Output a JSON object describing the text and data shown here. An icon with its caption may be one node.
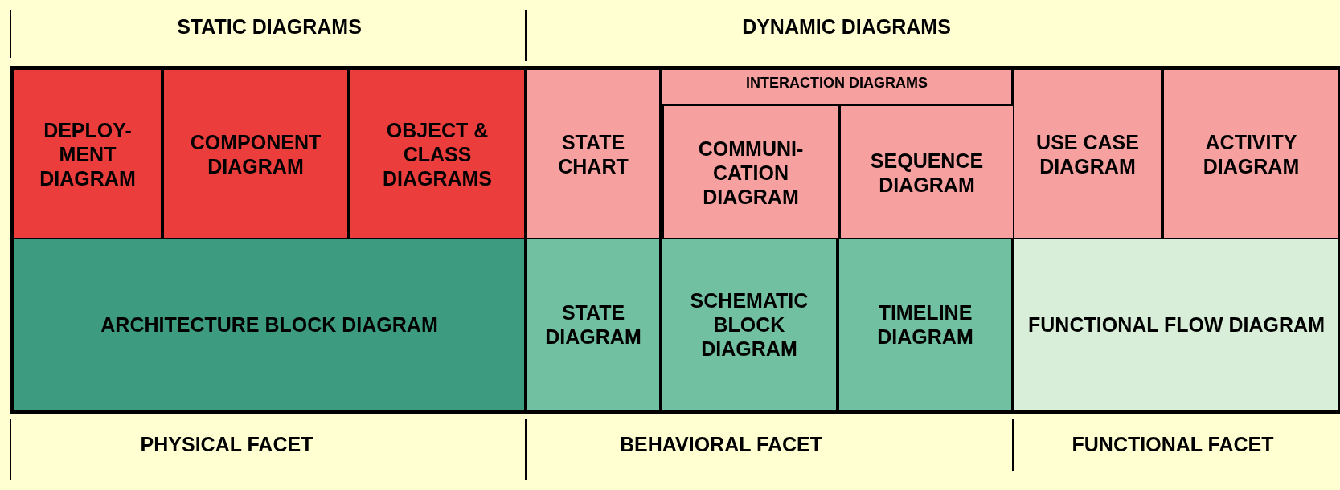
{
  "diagram": {
    "nodes": [
      {
        "text": [
          "DEPLOY- MENT DIAGRAM"
        ]
      },
      {
        "text": [
          "COMPONENT DIAGRAM"
        ]
      },
      {
        "text": [
          "OBJECT & CLASS DIAGRAMS"
        ]
      },
      {
        "text": [
          "STATE CHART"
        ]
      },
      {
        "text": [
          "INTERACTION DIAGRAMS"
        ]
      },
      {
        "text": [
          "COMMUNI- CATION DIAGRAM"
        ],
        "in": 4
      },
      {
        "text": [
          "SEQUENCE DIAGRAM"
        ],
        "in": 4
      },
      {
        "text": [
          "USE CASE DIAGRAM"
        ]
      },
      {
        "text": [
          "ACTIVITY DIAGRAM"
        ]
      },
      {
        "text": [
          "ARCHITECTURE BLOCK DIAGRAM"
        ]
      },
      {
        "text": [
          "STATE DIAGRAM"
        ]
      },
      {
        "text": [
          "SCHEMATIC BLOCK DIAGRAM"
        ]
      },
      {
        "text": [
          "TIMELINE DIAGRAM"
        ]
      },
      {
        "text": [
          "FUNCTIONAL FLOW DIAGRAM"
        ]
      }
    ],
    "labels": [
      "STATIC DIAGRAMS",
      "DYNAMIC DIAGRAMS",
      "PHYSICAL FACET",
      "BEHAVIORAL FACET",
      "FUNCTIONAL FACET"
    ]
  }
}
